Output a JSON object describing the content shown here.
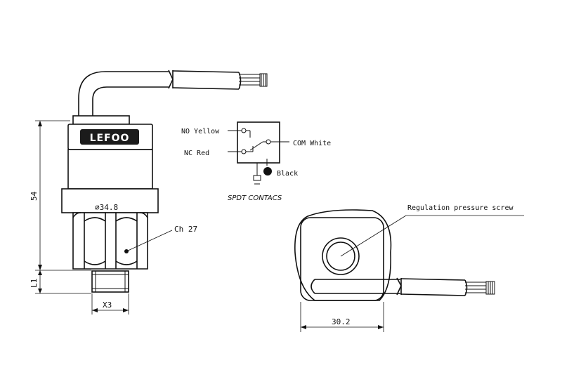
{
  "diagram": {
    "brand_logo": "LEFOO",
    "dimensions": {
      "height": "54",
      "diameter": "∅34.8",
      "hex": "Ch 27",
      "l1": "L1",
      "thread": "X3",
      "width": "30.2"
    },
    "wiring": {
      "no": "NO Yellow",
      "nc": "NC Red",
      "com": "COM White",
      "ground": "Black",
      "caption": "SPDT CONTACS"
    },
    "callouts": {
      "regulation": "Regulation pressure screw"
    }
  }
}
